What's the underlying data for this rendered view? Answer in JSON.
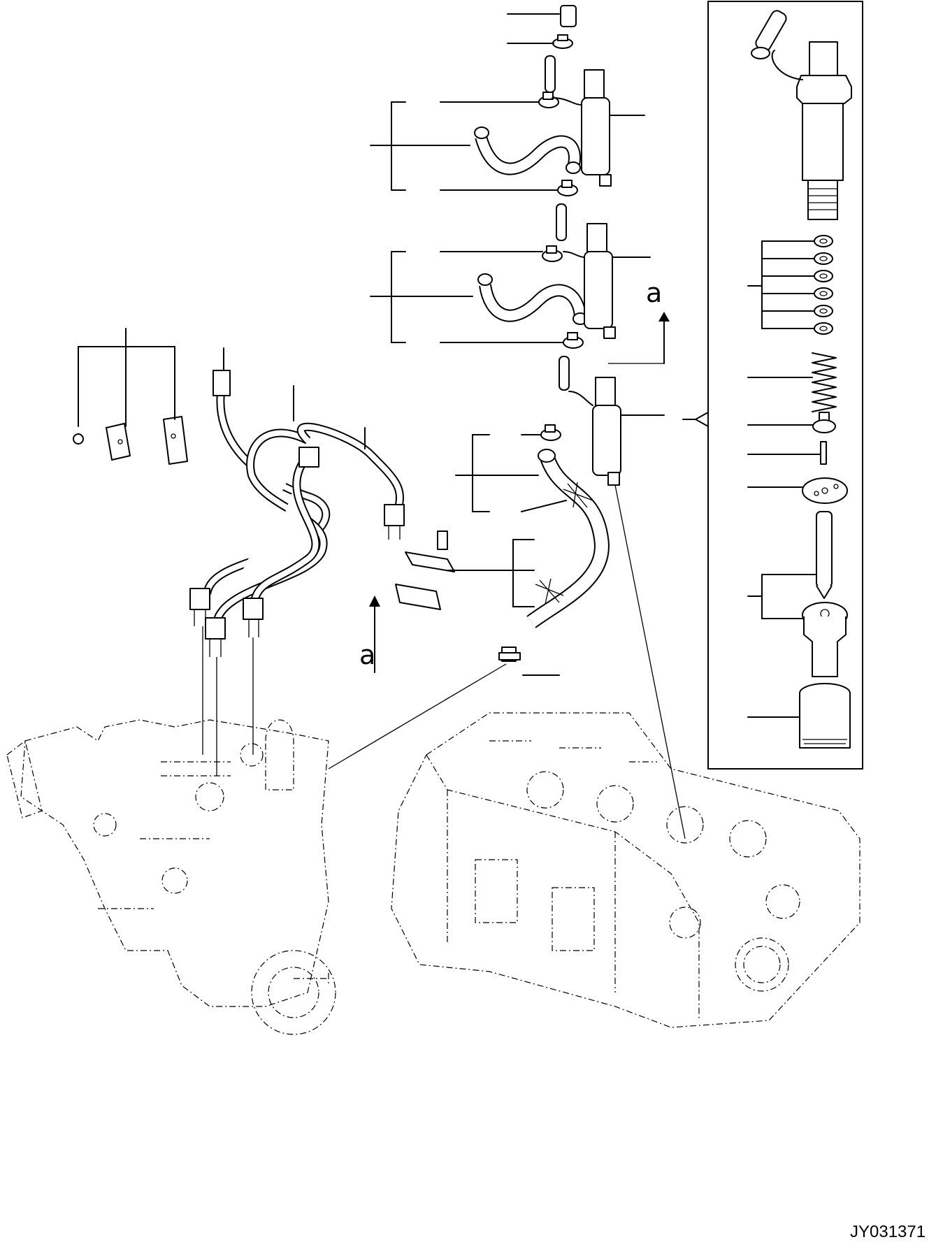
{
  "figure": {
    "view_labels": [
      "a",
      "a"
    ],
    "drawing_code": "JY031371"
  },
  "colors": {
    "line": "#000000",
    "background": "#ffffff"
  }
}
